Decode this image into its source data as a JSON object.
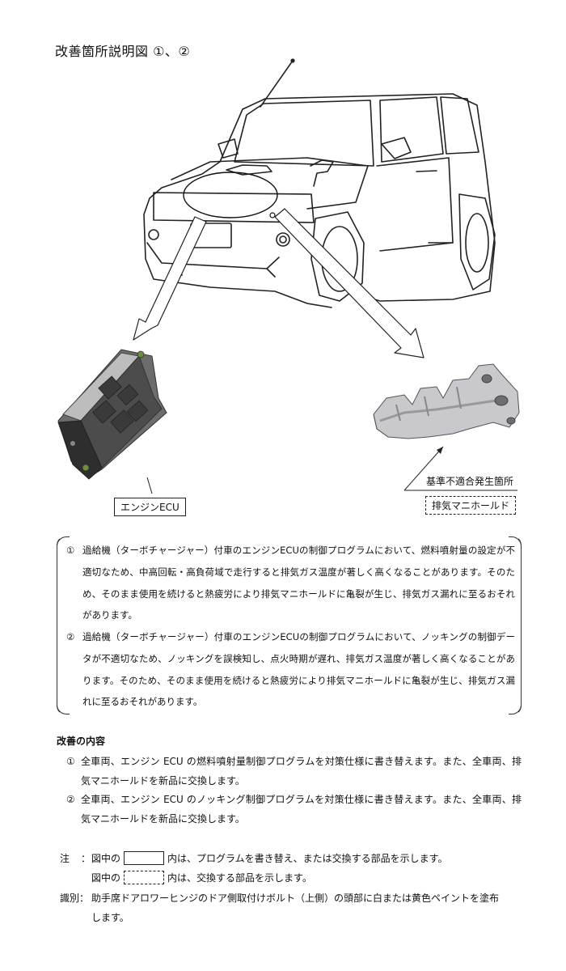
{
  "title": "改善箇所説明図 ①、②",
  "labels": {
    "ecu": "エンジンECU",
    "defect_location": "基準不適合発生箇所",
    "manifold": "排気マニホールド"
  },
  "reasons": [
    {
      "num": "①",
      "text": "過給機（ターボチャージャー）付車のエンジンECUの制御プログラムにおいて、燃料噴射量の設定が不適切なため、中高回転・高負荷域で走行すると排気ガス温度が著しく高くなることがあります。そのため、そのまま使用を続けると熱疲労により排気マニホールドに亀裂が生じ、排気ガス漏れに至るおそれがあります。"
    },
    {
      "num": "②",
      "text": "過給機（ターボチャージャー）付車のエンジンECUの制御プログラムにおいて、ノッキングの制御データが不適切なため、ノッキングを誤検知し、点火時期が遅れ、排気ガス温度が著しく高くなることがあります。そのため、そのまま使用を続けると熱疲労により排気マニホールドに亀裂が生じ、排気ガス漏れに至るおそれがあります。"
    }
  ],
  "improvement": {
    "title": "改善の内容",
    "items": [
      {
        "num": "①",
        "text": "全車両、エンジン ECU の燃料噴射量制御プログラムを対策仕様に書き替えます。また、全車両、排気マニホールドを新品に交換します。"
      },
      {
        "num": "②",
        "text": "全車両、エンジン ECU のノッキング制御プログラムを対策仕様に書き替えます。また、全車両、排気マニホールドを新品に交換します。"
      }
    ]
  },
  "notes": {
    "note_label": "注",
    "colon": "：",
    "line1_pre": "図中の",
    "line1_post": "内は、プログラムを書き替え、または交換する部品を示します。",
    "line2_pre": "図中の",
    "line2_post": "内は、交換する部品を示します。",
    "id_label": "識別：",
    "id_text_1": "助手席ドアロワーヒンジのドア側取付けボルト（上側）の頭部に白または黄色ペイントを塗布",
    "id_text_2": "します。"
  }
}
